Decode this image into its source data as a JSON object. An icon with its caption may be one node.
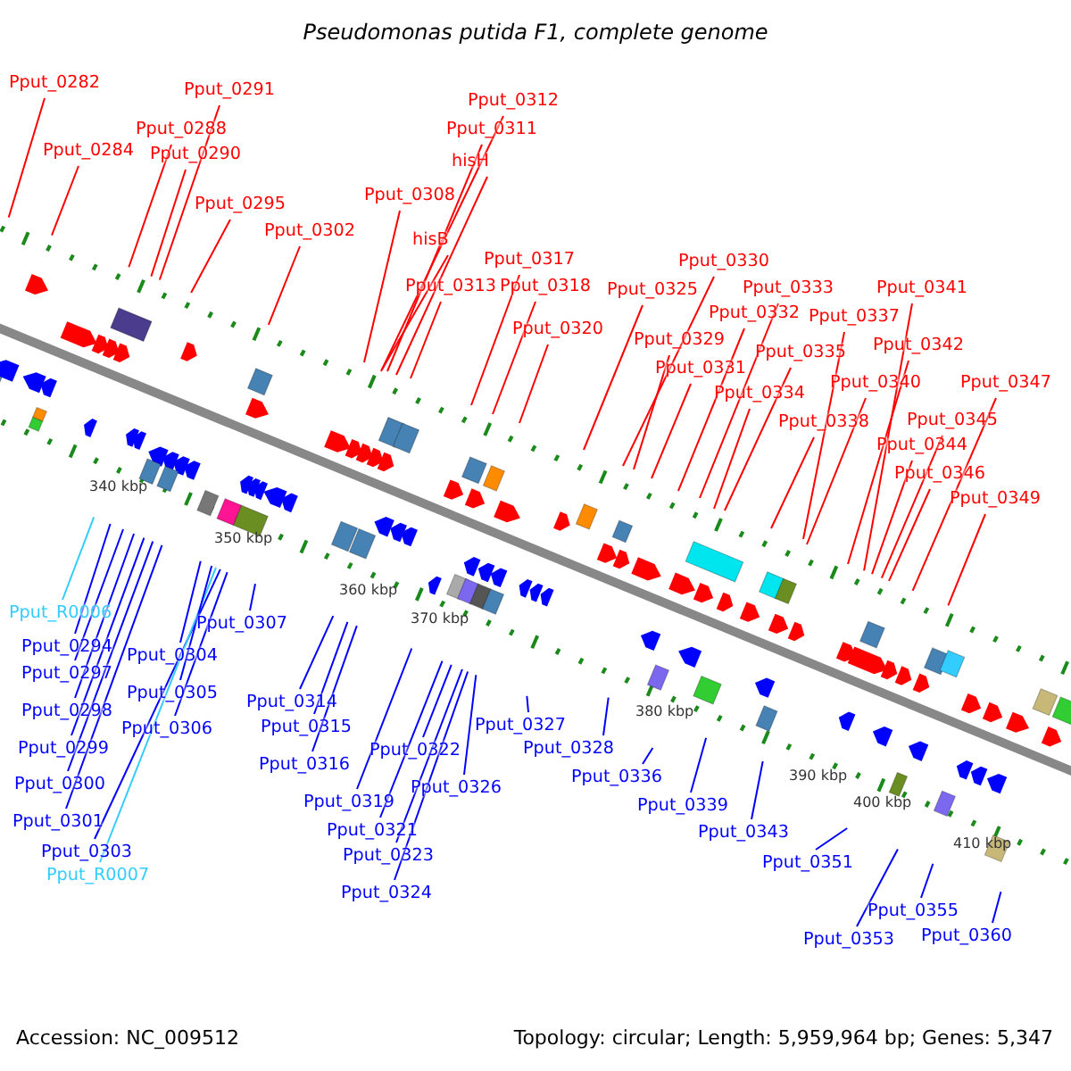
{
  "diagram": {
    "title": "Pseudomonas putida F1, complete genome",
    "nodes": [
      {
        "text": [
          "Pput_0282"
        ]
      },
      {
        "text": [
          "Pput_0284"
        ]
      },
      {
        "text": [
          "Pput_0288"
        ]
      },
      {
        "text": [
          "Pput_0290"
        ]
      },
      {
        "text": [
          "Pput_0291"
        ]
      },
      {
        "text": [
          "Pput_0295"
        ]
      },
      {
        "text": [
          "Pput_0302"
        ]
      },
      {
        "text": [
          "Pput_0308"
        ]
      },
      {
        "text": [
          "hisB"
        ]
      },
      {
        "text": [
          "hisH"
        ]
      },
      {
        "text": [
          "Pput_0311"
        ]
      },
      {
        "text": [
          "Pput_0312"
        ]
      },
      {
        "text": [
          "Pput_0313"
        ]
      },
      {
        "text": [
          "Pput_0317"
        ]
      },
      {
        "text": [
          "Pput_0318"
        ]
      },
      {
        "text": [
          "Pput_0320"
        ]
      },
      {
        "text": [
          "Pput_0325"
        ]
      },
      {
        "text": [
          "Pput_0329"
        ]
      },
      {
        "text": [
          "Pput_0330"
        ]
      },
      {
        "text": [
          "Pput_0331"
        ]
      },
      {
        "text": [
          "Pput_0332"
        ]
      },
      {
        "text": [
          "Pput_0333"
        ]
      },
      {
        "text": [
          "Pput_0334"
        ]
      },
      {
        "text": [
          "Pput_0335"
        ]
      },
      {
        "text": [
          "Pput_0337"
        ]
      },
      {
        "text": [
          "Pput_0338"
        ]
      },
      {
        "text": [
          "Pput_0340"
        ]
      },
      {
        "text": [
          "Pput_0341"
        ]
      },
      {
        "text": [
          "Pput_0342"
        ]
      },
      {
        "text": [
          "Pput_0344"
        ]
      },
      {
        "text": [
          "Pput_0345"
        ]
      },
      {
        "text": [
          "Pput_0346"
        ]
      },
      {
        "text": [
          "Pput_0347"
        ]
      },
      {
        "text": [
          "Pput_0349"
        ]
      },
      {
        "text": [
          "Pput_R0006"
        ]
      },
      {
        "text": [
          "Pput_0294"
        ]
      },
      {
        "text": [
          "Pput_0297"
        ]
      },
      {
        "text": [
          "Pput_0298"
        ]
      },
      {
        "text": [
          "Pput_0299"
        ]
      },
      {
        "text": [
          "Pput_0300"
        ]
      },
      {
        "text": [
          "Pput_0301"
        ]
      },
      {
        "text": [
          "Pput_0303"
        ]
      },
      {
        "text": [
          "Pput_R0007"
        ]
      },
      {
        "text": [
          "Pput_0304"
        ]
      },
      {
        "text": [
          "Pput_0305"
        ]
      },
      {
        "text": [
          "Pput_0306"
        ]
      },
      {
        "text": [
          "Pput_0307"
        ]
      },
      {
        "text": [
          "Pput_0314"
        ]
      },
      {
        "text": [
          "Pput_0315"
        ]
      },
      {
        "text": [
          "Pput_0316"
        ]
      },
      {
        "text": [
          "Pput_0319"
        ]
      },
      {
        "text": [
          "Pput_0321"
        ]
      },
      {
        "text": [
          "Pput_0322"
        ]
      },
      {
        "text": [
          "Pput_0323"
        ]
      },
      {
        "text": [
          "Pput_0324"
        ]
      },
      {
        "text": [
          "Pput_0326"
        ]
      },
      {
        "text": [
          "Pput_0327"
        ]
      },
      {
        "text": [
          "Pput_0328"
        ]
      },
      {
        "text": [
          "Pput_0336"
        ]
      },
      {
        "text": [
          "Pput_0339"
        ]
      },
      {
        "text": [
          "Pput_0343"
        ]
      },
      {
        "text": [
          "Pput_0351"
        ]
      },
      {
        "text": [
          "Pput_0353"
        ]
      },
      {
        "text": [
          "Pput_0355"
        ]
      },
      {
        "text": [
          "Pput_0360"
        ]
      }
    ],
    "edges": [
      {
        "from": 0,
        "to": null,
        "arrow": "none"
      },
      {
        "from": 1,
        "to": null,
        "arrow": "none"
      },
      {
        "from": 2,
        "to": null,
        "arrow": "none"
      },
      {
        "from": 3,
        "to": null,
        "arrow": "none"
      },
      {
        "from": 4,
        "to": null,
        "arrow": "none"
      },
      {
        "from": 5,
        "to": null,
        "arrow": "none"
      },
      {
        "from": 6,
        "to": null,
        "arrow": "none"
      },
      {
        "from": 7,
        "to": null,
        "arrow": "none"
      },
      {
        "from": 8,
        "to": null,
        "arrow": "none"
      },
      {
        "from": 9,
        "to": null,
        "arrow": "none"
      },
      {
        "from": 10,
        "to": null,
        "arrow": "none"
      },
      {
        "from": 11,
        "to": null,
        "arrow": "none"
      },
      {
        "from": 12,
        "to": null,
        "arrow": "none"
      },
      {
        "from": 13,
        "to": null,
        "arrow": "none"
      },
      {
        "from": 14,
        "to": null,
        "arrow": "none"
      },
      {
        "from": 15,
        "to": null,
        "arrow": "none"
      },
      {
        "from": 16,
        "to": null,
        "arrow": "none"
      },
      {
        "from": 17,
        "to": null,
        "arrow": "none"
      },
      {
        "from": 18,
        "to": null,
        "arrow": "none"
      },
      {
        "from": 19,
        "to": null,
        "arrow": "none"
      },
      {
        "from": 20,
        "to": null,
        "arrow": "none"
      },
      {
        "from": 21,
        "to": null,
        "arrow": "none"
      },
      {
        "from": 22,
        "to": null,
        "arrow": "none"
      },
      {
        "from": 23,
        "to": null,
        "arrow": "none"
      },
      {
        "from": 24,
        "to": null,
        "arrow": "none"
      },
      {
        "from": 25,
        "to": null,
        "arrow": "none"
      },
      {
        "from": 26,
        "to": null,
        "arrow": "none"
      },
      {
        "from": 27,
        "to": null,
        "arrow": "none"
      },
      {
        "from": 28,
        "to": null,
        "arrow": "none"
      },
      {
        "from": 29,
        "to": null,
        "arrow": "none"
      },
      {
        "from": 30,
        "to": null,
        "arrow": "none"
      },
      {
        "from": 31,
        "to": null,
        "arrow": "none"
      },
      {
        "from": 32,
        "to": null,
        "arrow": "none"
      },
      {
        "from": 33,
        "to": null,
        "arrow": "none"
      },
      {
        "from": 34,
        "to": null,
        "arrow": "none",
        "color": "#33ccff"
      },
      {
        "from": 35,
        "to": null,
        "arrow": "none",
        "color": "#0000ff"
      },
      {
        "from": 36,
        "to": null,
        "arrow": "none",
        "color": "#0000ff"
      },
      {
        "from": 37,
        "to": null,
        "arrow": "none",
        "color": "#0000ff"
      },
      {
        "from": 38,
        "to": null,
        "arrow": "none",
        "color": "#0000ff"
      },
      {
        "from": 39,
        "to": null,
        "arrow": "none",
        "color": "#0000ff"
      },
      {
        "from": 40,
        "to": null,
        "arrow": "none",
        "color": "#0000ff"
      },
      {
        "from": 41,
        "to": null,
        "arrow": "none",
        "color": "#0000ff"
      },
      {
        "from": 42,
        "to": null,
        "arrow": "none",
        "color": "#33ccff"
      },
      {
        "from": 43,
        "to": null,
        "arrow": "none",
        "color": "#0000ff"
      },
      {
        "from": 44,
        "to": null,
        "arrow": "none",
        "color": "#0000ff"
      },
      {
        "from": 45,
        "to": null,
        "arrow": "none",
        "color": "#0000ff"
      },
      {
        "from": 46,
        "to": null,
        "arrow": "none",
        "color": "#0000ff"
      },
      {
        "from": 47,
        "to": null,
        "arrow": "none",
        "color": "#0000ff"
      },
      {
        "from": 48,
        "to": null,
        "arrow": "none",
        "color": "#0000ff"
      },
      {
        "from": 49,
        "to": null,
        "arrow": "none",
        "color": "#0000ff"
      },
      {
        "from": 50,
        "to": null,
        "arrow": "none",
        "color": "#0000ff"
      },
      {
        "from": 51,
        "to": null,
        "arrow": "none",
        "color": "#0000ff"
      },
      {
        "from": 52,
        "to": null,
        "arrow": "none",
        "color": "#0000ff"
      },
      {
        "from": 53,
        "to": null,
        "arrow": "none",
        "color": "#0000ff"
      },
      {
        "from": 54,
        "to": null,
        "arrow": "none",
        "color": "#0000ff"
      },
      {
        "from": 55,
        "to": null,
        "arrow": "none",
        "color": "#0000ff"
      },
      {
        "from": 56,
        "to": null,
        "arrow": "none",
        "color": "#0000ff"
      },
      {
        "from": 57,
        "to": null,
        "arrow": "none",
        "color": "#0000ff"
      },
      {
        "from": 58,
        "to": null,
        "arrow": "none",
        "color": "#0000ff"
      },
      {
        "from": 59,
        "to": null,
        "arrow": "none",
        "color": "#0000ff"
      },
      {
        "from": 60,
        "to": null,
        "arrow": "none",
        "color": "#0000ff"
      },
      {
        "from": 61,
        "to": null,
        "arrow": "none",
        "color": "#0000ff"
      },
      {
        "from": 62,
        "to": null,
        "arrow": "none",
        "color": "#0000ff"
      },
      {
        "from": 63,
        "to": null,
        "arrow": "none",
        "color": "#0000ff"
      },
      {
        "from": 64,
        "to": null,
        "arrow": "none",
        "color": "#0000ff"
      }
    ],
    "labels": [
      "340 kbp",
      "350 kbp",
      "360 kbp",
      "370 kbp",
      "380 kbp",
      "390 kbp",
      "400 kbp",
      "410 kbp",
      "Accession: NC_009512",
      "Topology: circular; Length: 5,959,964 bp; Genes: 5,347"
    ]
  }
}
